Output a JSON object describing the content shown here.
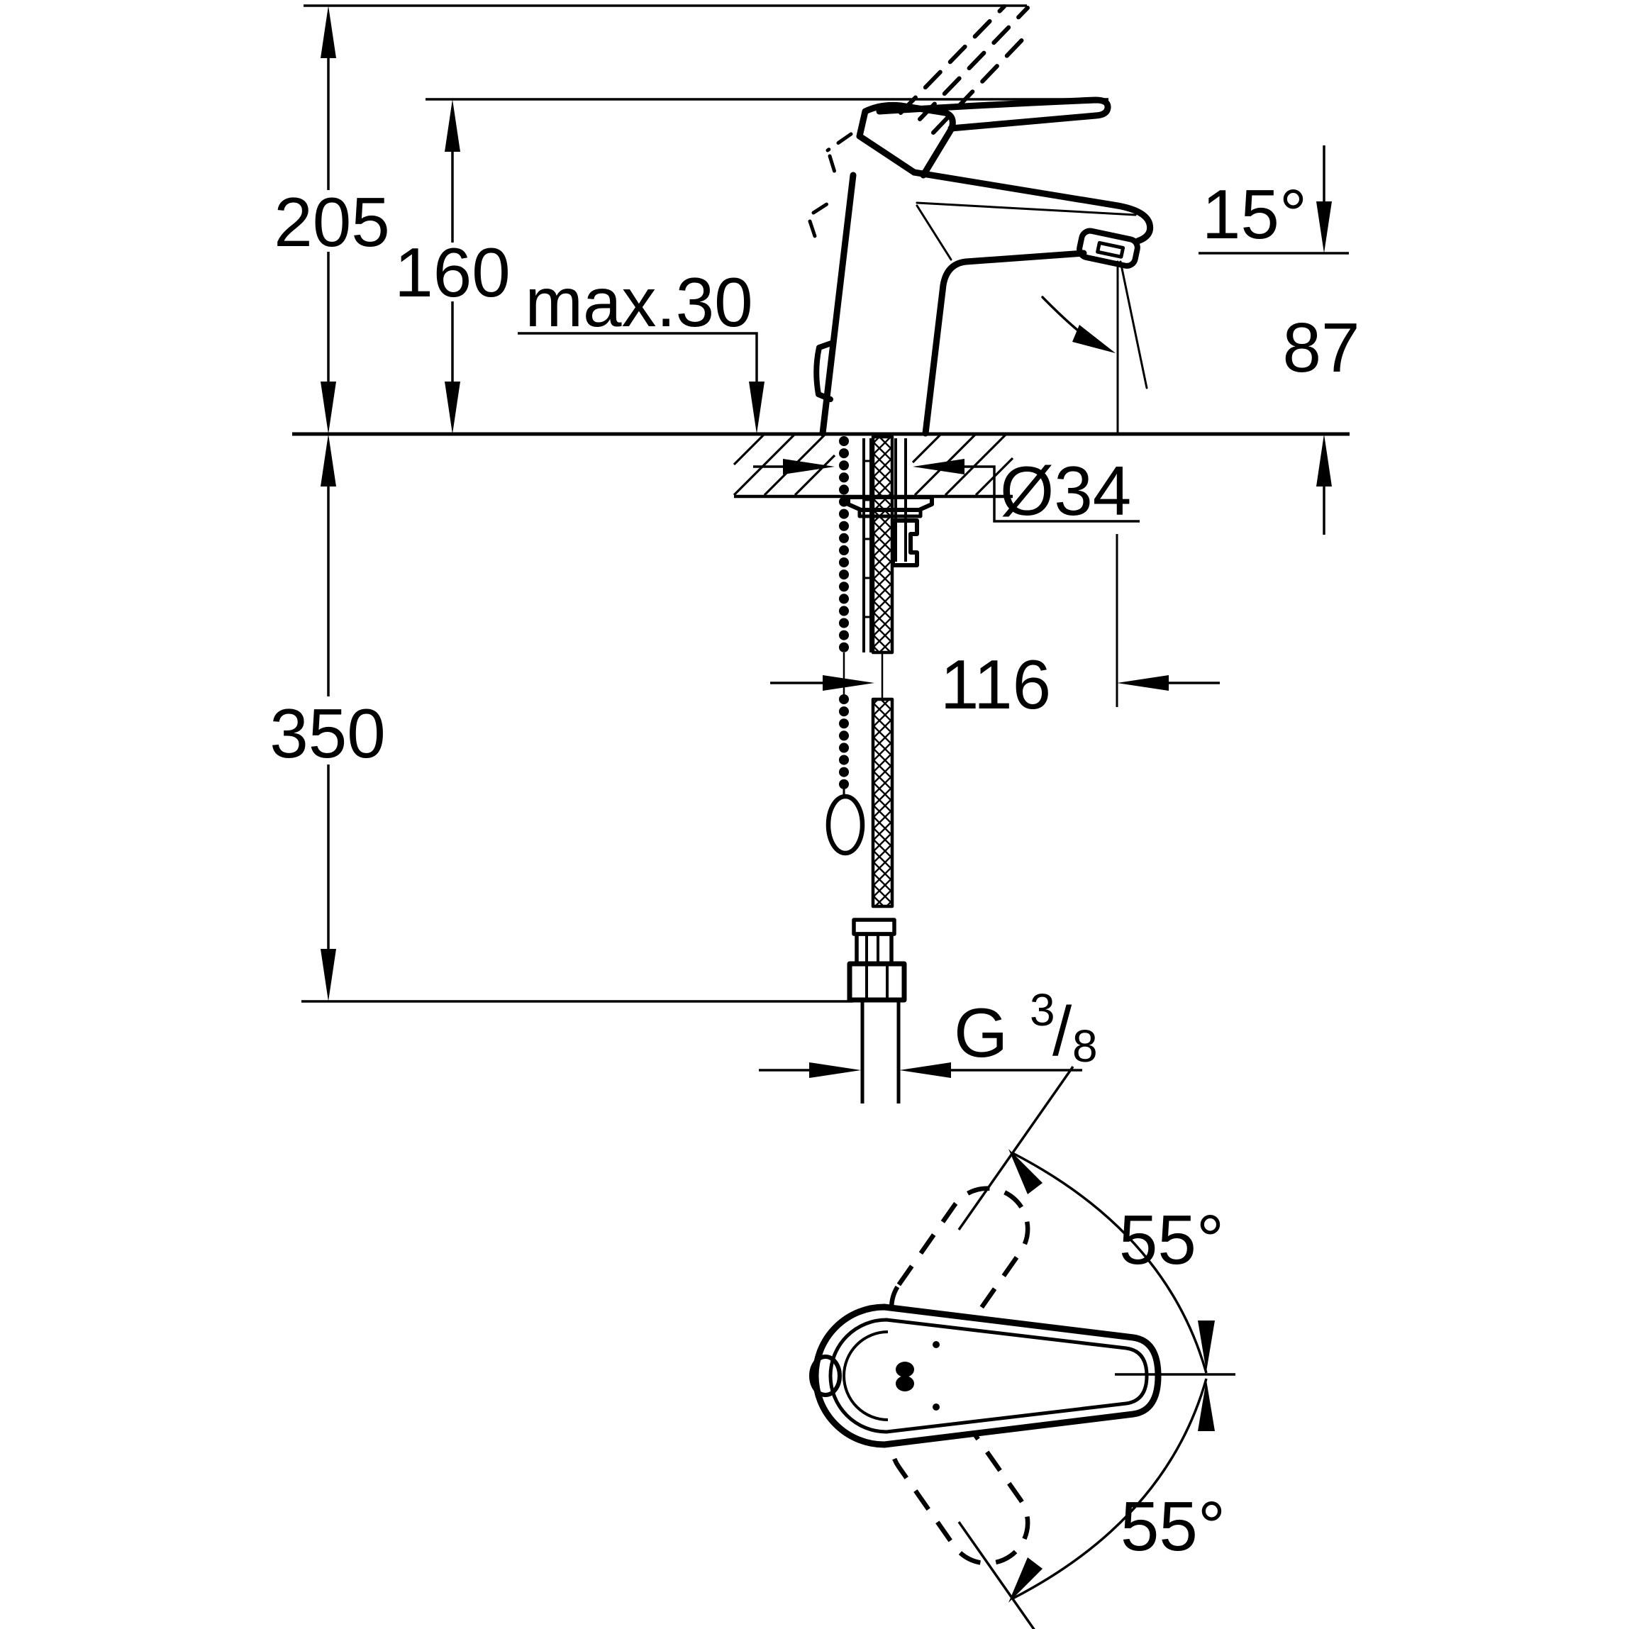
{
  "drawing": {
    "type": "technical-dimension-drawing",
    "subject": "single-lever basin mixer faucet, front section view and top view",
    "colors": {
      "line": "#000000",
      "background": "#ffffff"
    },
    "front_view": {
      "height_raised_lever": "205",
      "height_lever_rest": "160",
      "deck_thickness_max": "max.30",
      "spout_stream_angle": "15°",
      "outlet_height_above_deck": "87",
      "mounting_hole_diameter": "Ø34",
      "clearance_below_deck": "350",
      "spout_reach": "116",
      "supply_thread": {
        "prefix": "G",
        "numerator": "3",
        "slash": "/",
        "denominator": "8"
      }
    },
    "top_view": {
      "swing_angle_upper": "55°",
      "swing_angle_lower": "55°"
    }
  }
}
